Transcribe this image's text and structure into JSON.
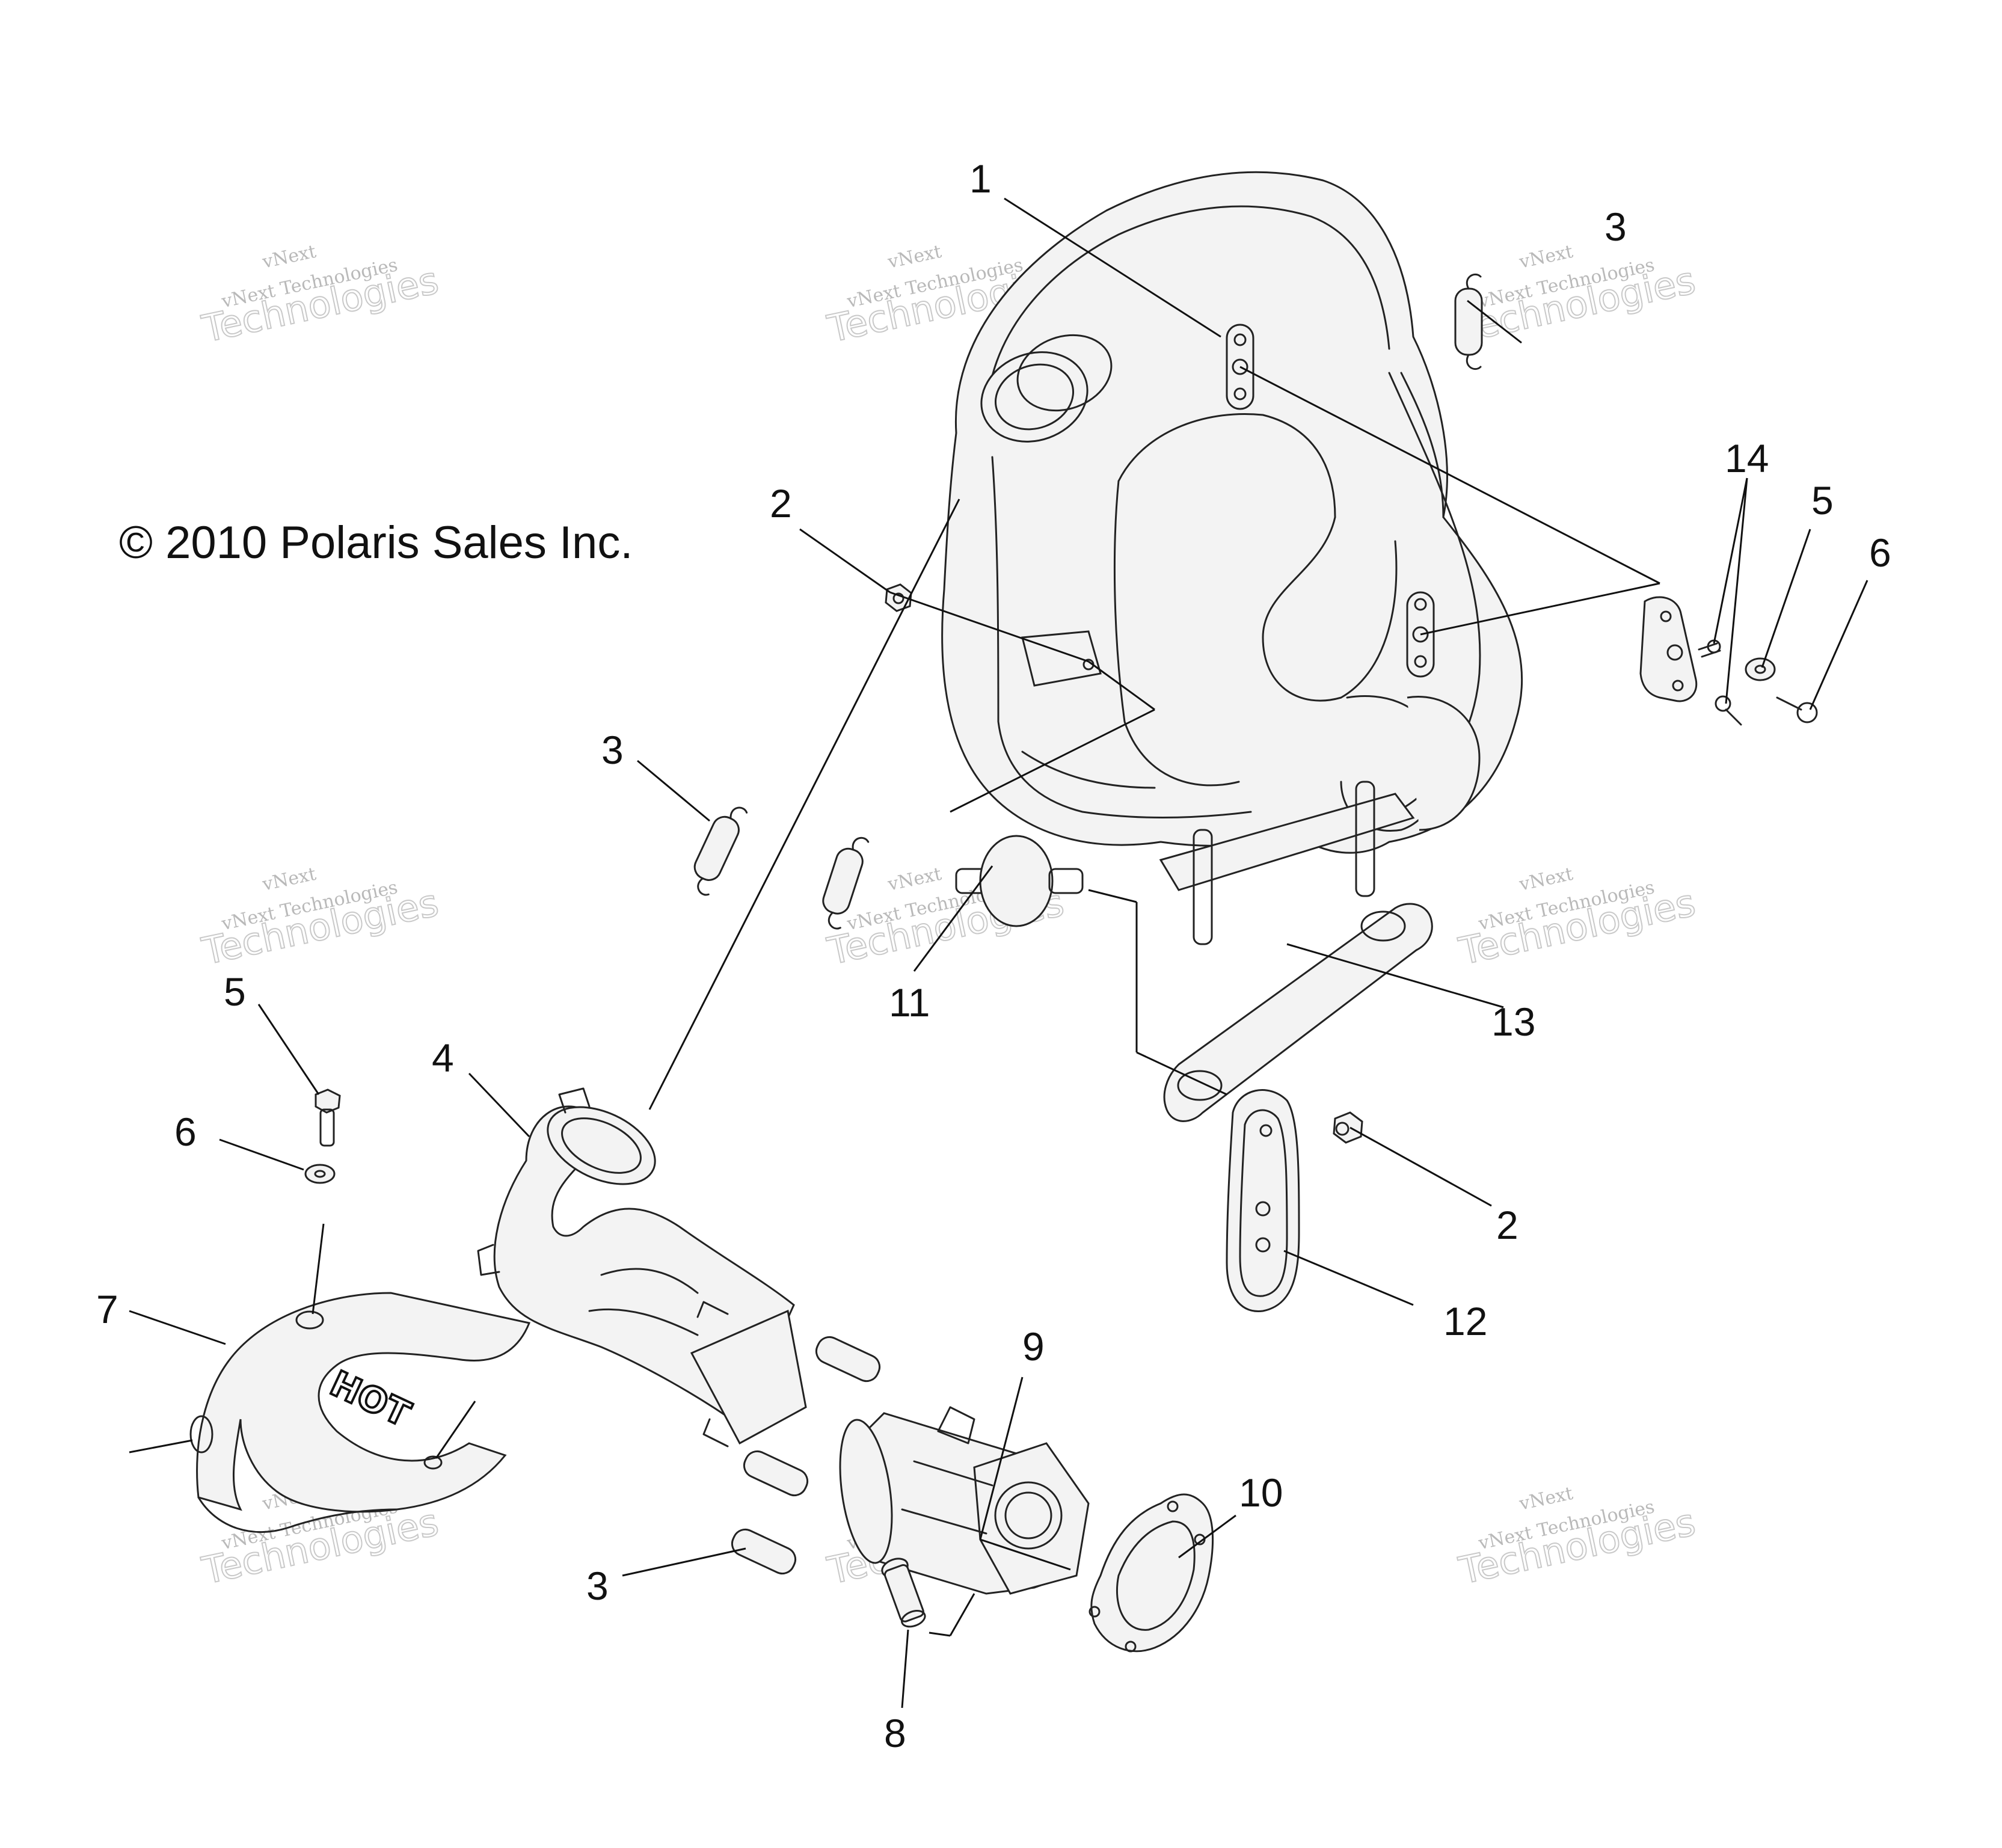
{
  "copyright": "© 2010 Polaris Sales Inc.",
  "hot_label": "HOT",
  "watermark": {
    "line1": "vNext",
    "line2": "vNext Technologies",
    "line3": "Technologies"
  },
  "callouts": {
    "muffler": "1",
    "nut_upper": "2",
    "nut_lower": "2",
    "spring_top_right": "3",
    "spring_mid_left": "3",
    "spring_bottom": "3",
    "exhaust_pipe": "4",
    "bolt_left": "5",
    "bolt_right": "5",
    "washer_left": "6",
    "washer_right": "6",
    "heat_shield": "7",
    "stud": "8",
    "manifold": "9",
    "gasket": "10",
    "grommet": "11",
    "muffler_bracket": "12",
    "mount_plate": "13",
    "screw": "14"
  }
}
